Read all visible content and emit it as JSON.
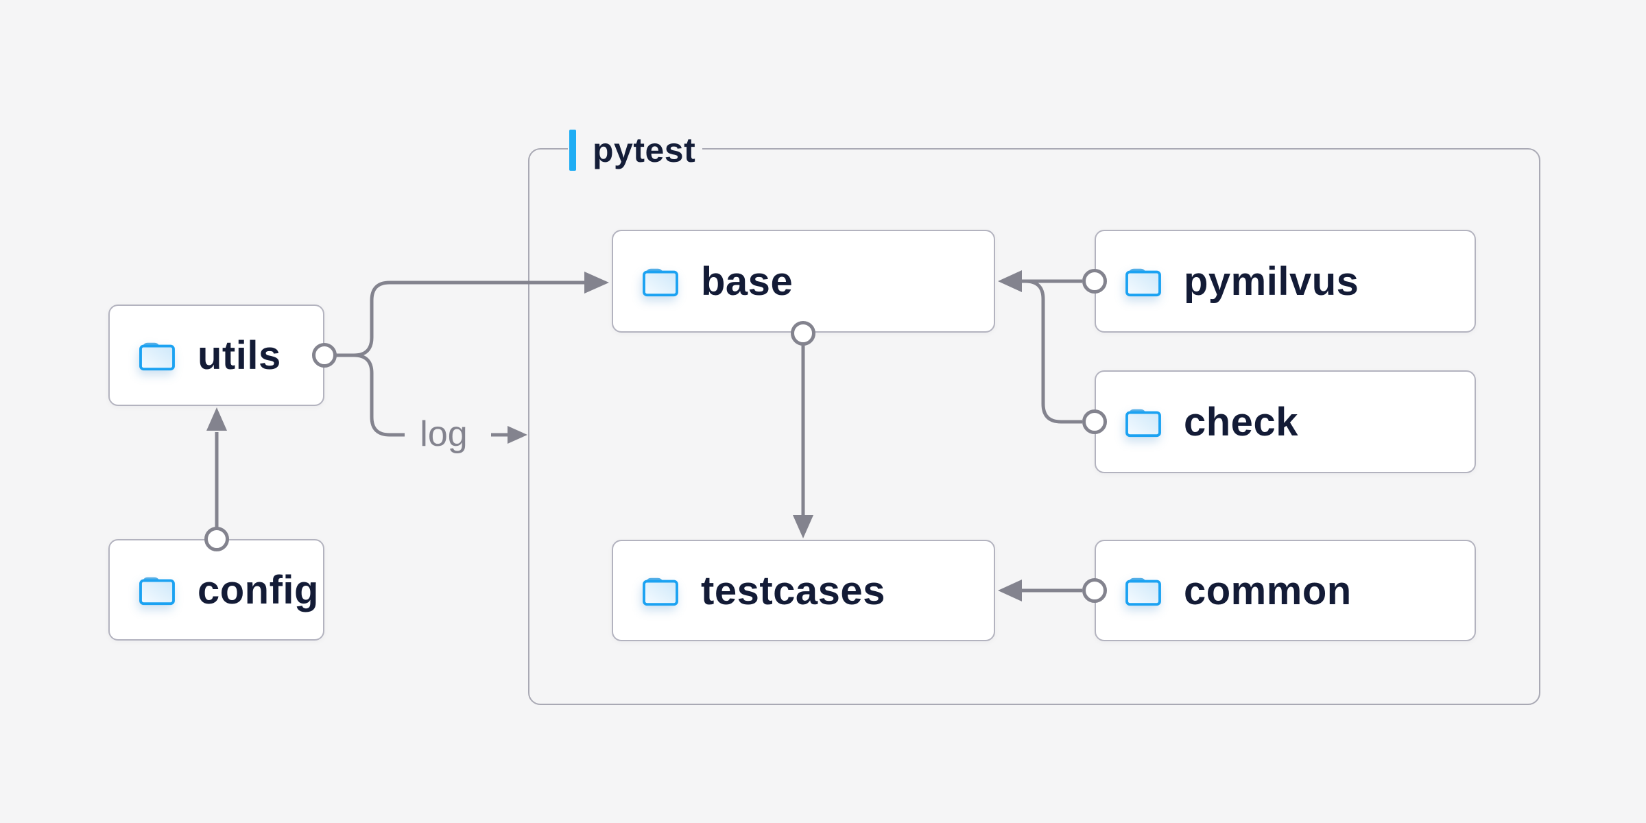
{
  "diagram": {
    "group": {
      "label": "pytest"
    },
    "nodes": [
      {
        "id": "utils",
        "label": "utils",
        "icon": "folder-icon"
      },
      {
        "id": "config",
        "label": "config",
        "icon": "folder-icon"
      },
      {
        "id": "base",
        "label": "base",
        "icon": "folder-icon"
      },
      {
        "id": "pymilvus",
        "label": "pymilvus",
        "icon": "folder-icon"
      },
      {
        "id": "check",
        "label": "check",
        "icon": "folder-icon"
      },
      {
        "id": "testcases",
        "label": "testcases",
        "icon": "folder-icon"
      },
      {
        "id": "common",
        "label": "common",
        "icon": "folder-icon"
      }
    ],
    "edges": [
      {
        "from": "config",
        "to": "utils",
        "label": ""
      },
      {
        "from": "utils",
        "to": "base",
        "label": ""
      },
      {
        "from": "utils",
        "to": "log",
        "label": "log"
      },
      {
        "from": "pymilvus",
        "to": "base",
        "label": ""
      },
      {
        "from": "check",
        "to": "base",
        "label": ""
      },
      {
        "from": "base",
        "to": "testcases",
        "label": ""
      },
      {
        "from": "common",
        "to": "testcases",
        "label": ""
      }
    ],
    "colors": {
      "background": "#f5f5f6",
      "accent_blue": "#1fadf4",
      "node_text": "#131b36",
      "connector_gray": "#83838e",
      "node_border": "#b3b3bf",
      "group_border": "#a9a9b4",
      "node_fill": "#ffffff"
    }
  }
}
